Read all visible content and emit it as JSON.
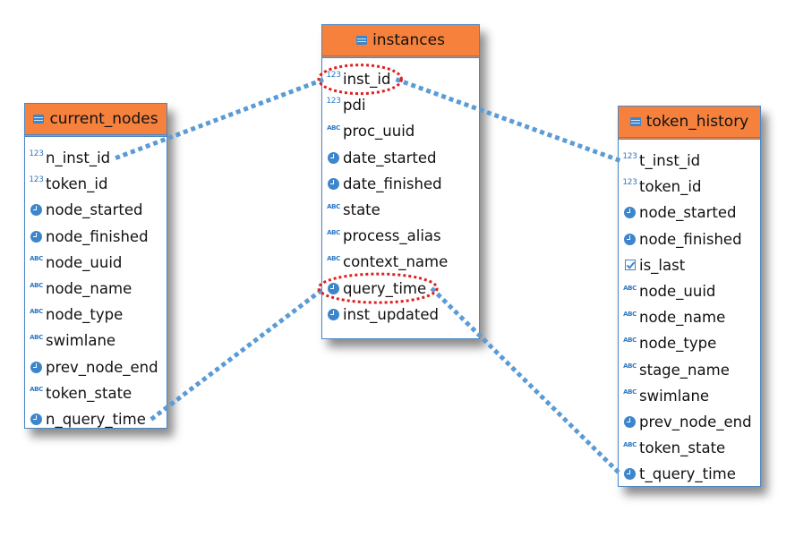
{
  "colors": {
    "header": "#f5813d",
    "link": "#5b9bd5",
    "highlight": "#e01f1f",
    "border": "#4a86c5"
  },
  "tables": [
    {
      "key": "current_nodes",
      "title": "current_nodes",
      "columns": [
        {
          "name": "n_inst_id",
          "type": "123"
        },
        {
          "name": "token_id",
          "type": "123"
        },
        {
          "name": "node_started",
          "type": "time"
        },
        {
          "name": "node_finished",
          "type": "time"
        },
        {
          "name": "node_uuid",
          "type": "abc"
        },
        {
          "name": "node_name",
          "type": "abc"
        },
        {
          "name": "node_type",
          "type": "abc"
        },
        {
          "name": "swimlane",
          "type": "abc"
        },
        {
          "name": "prev_node_end",
          "type": "time"
        },
        {
          "name": "token_state",
          "type": "abc"
        },
        {
          "name": "n_query_time",
          "type": "time"
        }
      ]
    },
    {
      "key": "instances",
      "title": "instances",
      "columns": [
        {
          "name": "inst_id",
          "type": "123"
        },
        {
          "name": "pdi",
          "type": "123"
        },
        {
          "name": "proc_uuid",
          "type": "abc"
        },
        {
          "name": "date_started",
          "type": "time"
        },
        {
          "name": "date_finished",
          "type": "time"
        },
        {
          "name": "state",
          "type": "abc"
        },
        {
          "name": "process_alias",
          "type": "abc"
        },
        {
          "name": "context_name",
          "type": "abc"
        },
        {
          "name": "query_time",
          "type": "time"
        },
        {
          "name": "inst_updated",
          "type": "time"
        }
      ]
    },
    {
      "key": "token_history",
      "title": "token_history",
      "columns": [
        {
          "name": "t_inst_id",
          "type": "123"
        },
        {
          "name": "token_id",
          "type": "123"
        },
        {
          "name": "node_started",
          "type": "time"
        },
        {
          "name": "node_finished",
          "type": "time"
        },
        {
          "name": "is_last",
          "type": "bool"
        },
        {
          "name": "node_uuid",
          "type": "abc"
        },
        {
          "name": "node_name",
          "type": "abc"
        },
        {
          "name": "node_type",
          "type": "abc"
        },
        {
          "name": "stage_name",
          "type": "abc"
        },
        {
          "name": "swimlane",
          "type": "abc"
        },
        {
          "name": "prev_node_end",
          "type": "time"
        },
        {
          "name": "token_state",
          "type": "abc"
        },
        {
          "name": "t_query_time",
          "type": "time"
        }
      ]
    }
  ],
  "highlights": [
    {
      "table": "instances",
      "column": "inst_id"
    },
    {
      "table": "instances",
      "column": "query_time"
    }
  ],
  "links": [
    {
      "from": "current_nodes.n_inst_id",
      "to": "instances.inst_id"
    },
    {
      "from": "instances.inst_id",
      "to": "token_history.t_inst_id"
    },
    {
      "from": "current_nodes.n_query_time",
      "to": "instances.query_time"
    },
    {
      "from": "instances.query_time",
      "to": "token_history.t_query_time"
    }
  ]
}
